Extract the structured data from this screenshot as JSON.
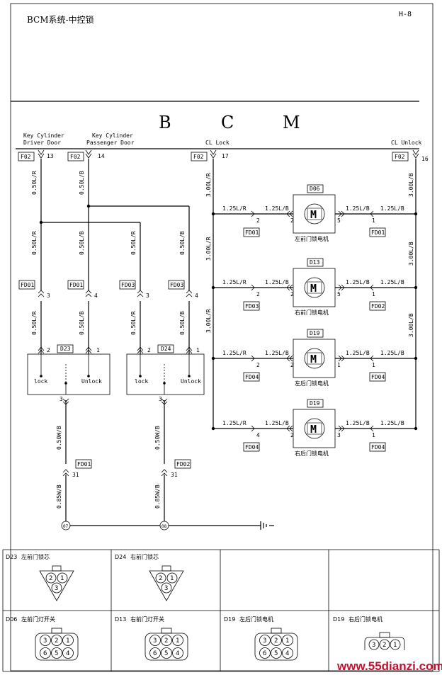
{
  "header": {
    "title": "BCM系统-中控锁",
    "page_code": "H-8"
  },
  "bcm": {
    "letters": [
      "B",
      "C",
      "M"
    ]
  },
  "inputs": [
    {
      "label1": "Key Cylinder",
      "label2": "Driver Door",
      "connector": "F02",
      "pin": "13"
    },
    {
      "label1": "Key Cylinder",
      "label2": "Passenger Door",
      "connector": "F02",
      "pin": "14"
    },
    {
      "label1": "CL Lock",
      "label2": "",
      "connector": "F02",
      "pin": "17"
    },
    {
      "label1": "CL Unlock",
      "label2": "",
      "connector": "F02",
      "pin": "16"
    }
  ],
  "wires": {
    "w050LR": "0.50L/R",
    "w050LB": "0.50L/B",
    "w300LR": "3.00L/R",
    "w300LB": "3.00L/B",
    "w125LR": "1.25L/R",
    "w125LB": "1.25L/B",
    "w050WB": "0.50W/B",
    "w085WB": "0.85W/B"
  },
  "mid_connectors": [
    "FD01",
    "FD01",
    "FD03",
    "FD03"
  ],
  "mid_pins": [
    "3",
    "4",
    "3",
    "4"
  ],
  "switches": [
    {
      "connector": "D23",
      "pin_a": "2",
      "pin_b": "1",
      "label_a": "lock",
      "label_b": "Unlock",
      "pin_c": "3",
      "ground_conn": "FD01",
      "ground_pin": "31",
      "splice": "07"
    },
    {
      "connector": "D24",
      "pin_a": "2",
      "pin_b": "1",
      "label_a": "lock",
      "label_b": "Unlock",
      "pin_c": "3",
      "ground_conn": "FD02",
      "ground_pin": "31",
      "splice": "08"
    }
  ],
  "motors": [
    {
      "conn_top": "D06",
      "name": "左前门锁电机",
      "left_conn": "FD01",
      "left_pin": "2",
      "right_conn": "FD01",
      "right_pin": "1",
      "in_pin": "2",
      "out_pin": "5"
    },
    {
      "conn_top": "D13",
      "name": "右前门锁电机",
      "left_conn": "FD03",
      "left_pin": "2",
      "right_conn": "FD02",
      "right_pin": "1",
      "in_pin": "2",
      "out_pin": "5"
    },
    {
      "conn_top": "D19",
      "name": "左后门锁电机",
      "left_conn": "FD04",
      "left_pin": "2",
      "right_conn": "FD04",
      "right_pin": "1",
      "in_pin": "2",
      "out_pin": "1"
    },
    {
      "conn_top": "D19",
      "name": "右后门锁电机",
      "left_conn": "FD04",
      "left_pin": "4",
      "right_conn": "FD04",
      "right_pin": "1",
      "in_pin": "2",
      "out_pin": "3"
    }
  ],
  "motor_symbol": "M",
  "legend": {
    "row1": [
      {
        "code": "D23",
        "name": "左前门锁芯"
      },
      {
        "code": "D24",
        "name": "右前门锁芯"
      }
    ],
    "row2": [
      {
        "code": "D06",
        "name": "左前门灯开关"
      },
      {
        "code": "D13",
        "name": "右前门灯开关"
      },
      {
        "code": "D19",
        "name": "左后门锁电机"
      },
      {
        "code": "D19",
        "name": "右后门锁电机"
      }
    ],
    "pins3": [
      "2",
      "1",
      "3"
    ],
    "pins6": [
      "3",
      "2",
      "1",
      "6",
      "5",
      "4"
    ],
    "pins_small": [
      "3",
      "2",
      "1"
    ]
  },
  "watermark": "www.55dianzi.com"
}
